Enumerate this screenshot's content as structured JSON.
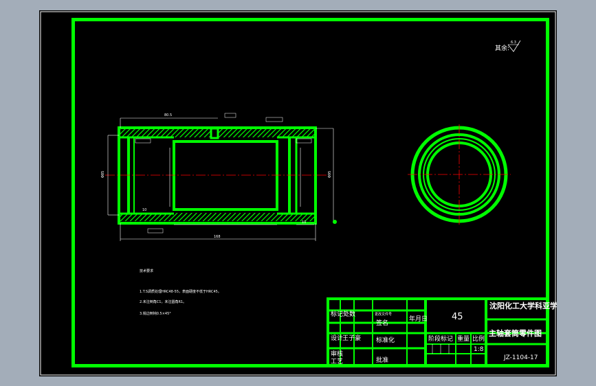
{
  "drawing": {
    "surface_note": "其余:",
    "surface_value": "6.3",
    "material": "45",
    "school": "沈阳化工大学科亚学院",
    "part_name": "主轴套筒零件图",
    "drawing_number": "JZ-1104-17",
    "scale": "1:8"
  },
  "title_block": {
    "labels": {
      "mark": "标记",
      "count": "处数",
      "change_doc": "更改文件号",
      "sign": "签名",
      "date": "年月日",
      "design": "设计",
      "designer": "王子豪",
      "standard": "标准化",
      "stage": "阶段标记",
      "weight": "重量",
      "ratio": "比例",
      "review": "审核",
      "process": "工艺",
      "approve": "批准"
    }
  },
  "notes": {
    "title": "技术要求",
    "lines": [
      "1.T.S调质处理HRC48-55，表面硬度不低于HRC45。",
      "2.未注倒角C1，未注圆角R1。",
      "3.锐边倒钝0.5×45°"
    ]
  },
  "dims": {
    "d1": "80.5",
    "d2": "168",
    "d3": "10",
    "d4": "10",
    "d5": "Φ85",
    "d6": "Φ95"
  }
}
